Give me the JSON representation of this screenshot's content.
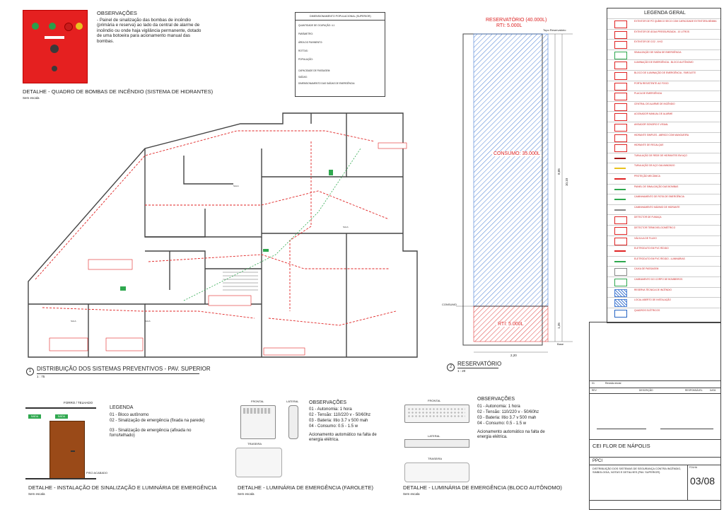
{
  "panel_detail": {
    "title": "DETALHE - QUADRO DE BOMBAS DE INCÊNDIO (SISTEMA DE HIDRANTES)",
    "scale": "Sem escala",
    "obs_title": "OBSERVAÇÕES",
    "obs_text": "- Painel de sinalização das bombas de incêndio (primária e reserva) ao lado da central de alarme de incêndio ou onde haja vigilância permanente, dotado de uma botoeira para acionamento manual das bombas."
  },
  "pop_table": {
    "title": "DIMENSIONAMENTO POPULACIONAL (SUPERIOR)",
    "rows": [
      "QUANTIDADE DE OCUPAÇÃO: 4.1",
      "PARÂMETRO:",
      "ÁREA DO PAVIMENTO:",
      "ROTTAS:",
      "POPULAÇÃO:",
      "CAPACIDADE DE PASSAGEM:",
      "SAÍDAS:",
      "DIMENSIONAMENTO DAS SAÍDAS DE EMERGÊNCIA:"
    ]
  },
  "plan": {
    "title": "DISTRIBUIÇÃO DOS SISTEMAS PREVENTIVOS - PAV. SUPERIOR",
    "scale": "1 : 75",
    "number": "1"
  },
  "reservoir": {
    "title": "RESERVATÓRIO",
    "scale": "1 : 20",
    "number": "2",
    "label_top": "RESERVATÓRIO (40.000L)",
    "label_rti_top": "RTI: 5.000L",
    "consumption": "CONSUMO: 35.000L",
    "rti": "RTI: 5.000L",
    "dim_width": "2,20",
    "dim_height_total": "10,10",
    "dim_height_cons": "8,85",
    "dim_height_rti": "1,35",
    "level_top": "Topo Reservatório",
    "consumo_label": "CONSUMO",
    "base_label": "Base"
  },
  "signage_detail": {
    "title": "DETALHE - INSTALAÇÃO DE SINALIZAÇÃO E LUMINÁRIA DE EMERGÊNCIA",
    "scale": "Sem escala",
    "ceiling": "FORRO / TELHADO",
    "floor": "PISO ACABADO",
    "legend_title": "LEGENDA",
    "legend_items": [
      "01 - Bloco autônomo",
      "02 - Sinalização de emergência (fixada na parede)",
      "03 - Sinalização de emergência (afixada no forro/telhado)"
    ],
    "exit_sign": "SAÍDA"
  },
  "farolete": {
    "title": "DETALHE - LUMINÁRIA DE EMERGÊNCIA (FAROLETE)",
    "scale": "Sem escala",
    "front": "FRONTAL",
    "side": "LATERAL",
    "back": "TRASEIRA",
    "obs_title": "OBSERVAÇÕES",
    "obs": [
      "01 - Autonomia: 1 hora",
      "02 - Tensão: 110/220 v - 50/60hz",
      "03 - Bateria: lítio 3.7 v 500 mah",
      "04 - Consumo: 0.5 - 1.5 w"
    ],
    "note": "Acionamento automático na falta de energia elétrica."
  },
  "bloco": {
    "title": "DETALHE - LUMINÁRIA DE EMERGÊNCIA (BLOCO AUTÔNOMO)",
    "scale": "Sem escala",
    "front": "FRONTAL",
    "side": "LATERAL",
    "back": "TRASEIRA",
    "obs_title": "OBSERVAÇÕES",
    "obs": [
      "01 - Autonomia: 1 hora",
      "02 - Tensão: 110/220 v - 50/60hz",
      "03 - Bateria: lítio 3.7 v 500 mah",
      "04 - Consumo: 0.5 - 1.5 w"
    ],
    "note": "Acionamento automático na falta de energia elétrica."
  },
  "legend": {
    "title": "LEGENDA GERAL",
    "items": [
      "EXTINTOR DE PÓ QUÍMICO SECO COM CAPACIDADE EXTINTORA MÍNIMA",
      "EXTINTOR DE ÁGUA PRESSURIZADA - 10 LITROS",
      "EXTINTOR DE CO2 - 6 KG",
      "SINALIZAÇÃO DE SAÍDA DE EMERGÊNCIA",
      "ILUMINAÇÃO DE EMERGÊNCIA - BLOCO AUTÔNOMO",
      "BLOCO DE ILUMINAÇÃO DE EMERGÊNCIA - FAROLETE",
      "PORTA RESISTENTE AO FOGO",
      "PLACA DE EMERGÊNCIA",
      "CENTRAL DE ALARME DE INCÊNDIO",
      "ACIONADOR MANUAL DE ALARME",
      "AVISADOR SONORO E VISUAL",
      "HIDRANTE SIMPLES - ABRIGO COM MANGUEIRA",
      "HIDRANTE DE RECALQUE",
      "TUBULAÇÃO DE REDE DE HIDRANTES EM AÇO",
      "TUBULAÇÃO DE AÇO GALVANIZADO",
      "PROTEÇÃO MECÂNICA",
      "PAINEL DE SINALIZAÇÃO DAS BOMBAS",
      "CAMINHAMENTO DE ROTA DE EMERGÊNCIA",
      "CAMINHAMENTO MÁXIMO DE HIDRANTE",
      "DETECTOR DE FUMAÇA",
      "DETECTOR TERMOVELOCIMÉTRICO",
      "VÁLVULA DE FLUXO",
      "ELETRODUTO EM PVC RÍGIDO",
      "ELETRODUTO EM PVC RÍGIDO - LUMINÁRIAS",
      "CAIXA DE PASSAGEM",
      "CABEAMENTO DO CORPO DE BOMBEIROS",
      "RESERVA TÉCNICA DE INCÊNDIO",
      "LOCAL ABERTO DE INSTALAÇÃO",
      "QUADROS ELÉTRICOS"
    ]
  },
  "titleblock": {
    "rev_label": "01",
    "rev_desc": "Revisão inicial",
    "col_rev": "REV",
    "col_desc": "DESCRIÇÃO",
    "col_resp": "RESPONSÁVEL",
    "col_date": "DATA",
    "project": "CEI FLOR DE NÁPOLIS",
    "type": "PPCI",
    "content": "DISTRIBUIÇÃO DOS SISTEMAS DE SEGURANÇA CONTRA INCÊNDIO, SIMBOLOGIA, NOTAS E DETALHES (PAV. SUPERIOR)",
    "sheet": "03/08",
    "sheet_label": "FOLHA"
  },
  "colors": {
    "red": "#e02424",
    "panel_red": "#e52020",
    "hatch_blue": "#4a7fd4",
    "hatch_red": "#e04040",
    "green": "#2fa84f"
  }
}
